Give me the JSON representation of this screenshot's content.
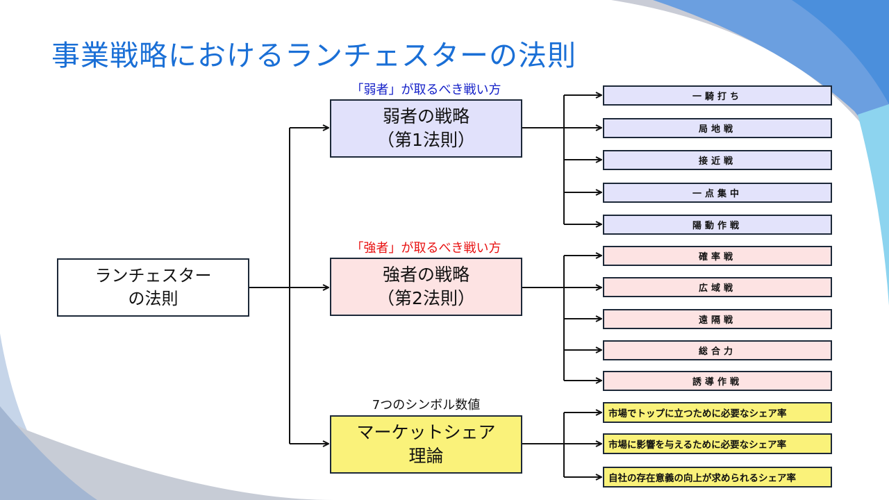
{
  "slide": {
    "title": "事業戦略におけるランチェスターの法則"
  },
  "colors": {
    "title": "#1a6fd6",
    "weak_caption": "#1420c8",
    "strong_caption": "#e81010",
    "weak_fill": "#e1e1fb",
    "strong_fill": "#fde3e3",
    "share_fill": "#faf27a",
    "box_border": "#1c2838"
  },
  "root": {
    "line1": "ランチェスター",
    "line2": "の法則"
  },
  "branches": {
    "weak": {
      "caption": "「弱者」が取るべき戦い方",
      "line1": "弱者の戦略",
      "line2": "（第1法則）",
      "items": [
        "一騎打ち",
        "局地戦",
        "接近戦",
        "一点集中",
        "陽動作戦"
      ]
    },
    "strong": {
      "caption": "「強者」が取るべき戦い方",
      "line1": "強者の戦略",
      "line2": "（第2法則）",
      "items": [
        "確率戦",
        "広域戦",
        "遠隔戦",
        "総合力",
        "誘導作戦"
      ]
    },
    "share": {
      "caption": "7つのシンボル数値",
      "line1": "マーケットシェア",
      "line2": "理論",
      "items": [
        "市場でトップに立つために必要なシェア率",
        "市場に影響を与えるために必要なシェア率",
        "自社の存在意義の向上が求められるシェア率"
      ]
    }
  }
}
